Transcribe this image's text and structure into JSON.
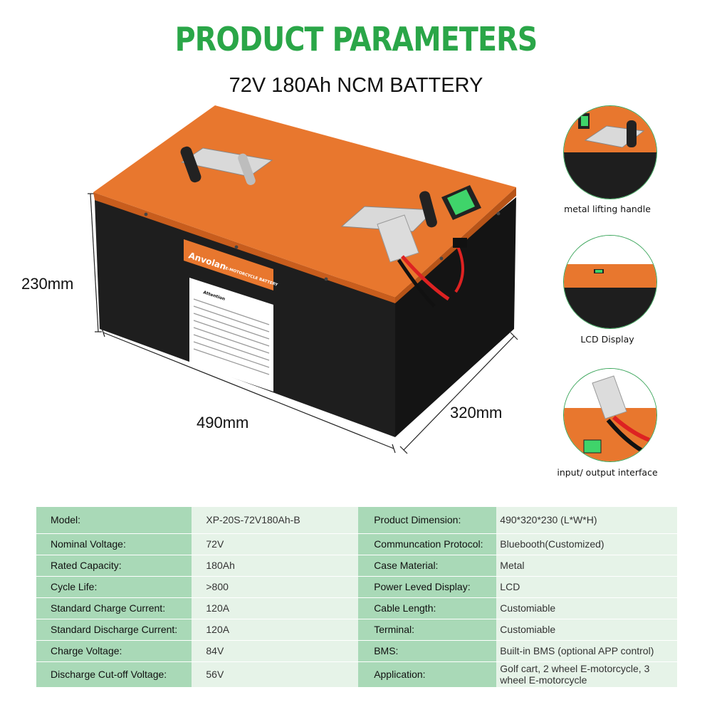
{
  "header": {
    "title": "PRODUCT PARAMETERS",
    "subtitle": "72V 180Ah NCM BATTERY"
  },
  "dimensions": {
    "height": "230mm",
    "length": "490mm",
    "width": "320mm"
  },
  "battery_label": {
    "brand": "Anvolan",
    "tagline": "E-MOTORCYCLE BATTERY",
    "warning_title": "Attention"
  },
  "features": [
    {
      "caption": "metal lifting handle",
      "icon": "handle-icon"
    },
    {
      "caption": "LCD Display",
      "icon": "lcd-icon"
    },
    {
      "caption": "input/ output interface",
      "icon": "connector-icon"
    }
  ],
  "colors": {
    "title_green": "#2aa648",
    "case_orange": "#e8772e",
    "case_black": "#1e1e1e",
    "table_key": "#a9d9b7",
    "table_value": "#e6f3e8"
  },
  "specs": [
    {
      "k1": "Model:",
      "v1": "XP-20S-72V180Ah-B",
      "k2": "Product Dimension:",
      "v2": "490*320*230 (L*W*H)"
    },
    {
      "k1": "Nominal Voltage:",
      "v1": "72V",
      "k2": "Communcation Protocol:",
      "v2": "Bluebooth(Customized)"
    },
    {
      "k1": "Rated Capacity:",
      "v1": "180Ah",
      "k2": "Case Material:",
      "v2": "Metal"
    },
    {
      "k1": "Cycle Life:",
      "v1": ">800",
      "k2": "Power Leved Display:",
      "v2": "LCD"
    },
    {
      "k1": "Standard Charge Current:",
      "v1": "120A",
      "k2": "Cable Length:",
      "v2": "Customiable"
    },
    {
      "k1": "Standard Discharge Current:",
      "v1": "120A",
      "k2": "Terminal:",
      "v2": "Customiable"
    },
    {
      "k1": "Charge Voltage:",
      "v1": "84V",
      "k2": "BMS:",
      "v2": "Built-in BMS (optional APP control)"
    },
    {
      "k1": "Discharge Cut-off Voltage:",
      "v1": "56V",
      "k2": "Application:",
      "v2": "Golf cart, 2 wheel E-motorcycle, 3 wheel E-motorcycle"
    }
  ]
}
